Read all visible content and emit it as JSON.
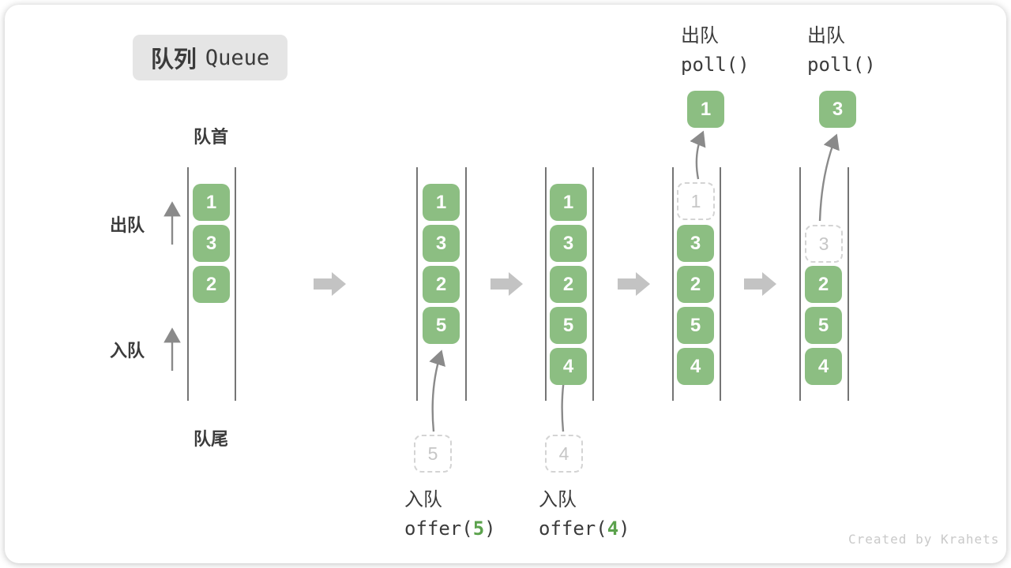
{
  "title": {
    "zh": "队列",
    "en": "Queue"
  },
  "labels": {
    "front": "队首",
    "rear": "队尾",
    "dequeue": "出队",
    "enqueue": "入队"
  },
  "colors": {
    "cell_green": "#8cbe82",
    "code_green": "#5ba24c",
    "text_dark": "#3b3b3b",
    "line_gray": "#757575",
    "arrow_gray": "#c3c3c3",
    "thin_arrow_gray": "#8a8a8a",
    "dashed_gray": "#d4d4d4",
    "ghost_text": "#c6c6c6",
    "title_bg": "#e5e5e5",
    "watermark_gray": "#c9c9c9"
  },
  "queues": [
    {
      "cells": [
        "1",
        "3",
        "2"
      ]
    },
    {
      "cells": [
        "1",
        "3",
        "2",
        "5"
      ],
      "pending": "5",
      "caption": {
        "zh": "入队",
        "fn": "offer(",
        "arg": "5",
        "close": ")"
      }
    },
    {
      "cells": [
        "1",
        "3",
        "2",
        "5",
        "4"
      ],
      "pending": "4",
      "caption": {
        "zh": "入队",
        "fn": "offer(",
        "arg": "4",
        "close": ")"
      }
    },
    {
      "ghost": "1",
      "cells": [
        "3",
        "2",
        "5",
        "4"
      ],
      "popped": "1",
      "top": {
        "zh": "出队",
        "code": "poll()"
      }
    },
    {
      "ghost": "3",
      "cells": [
        "2",
        "5",
        "4"
      ],
      "popped": "3",
      "top": {
        "zh": "出队",
        "code": "poll()"
      }
    }
  ],
  "watermark": "Created by Krahets"
}
